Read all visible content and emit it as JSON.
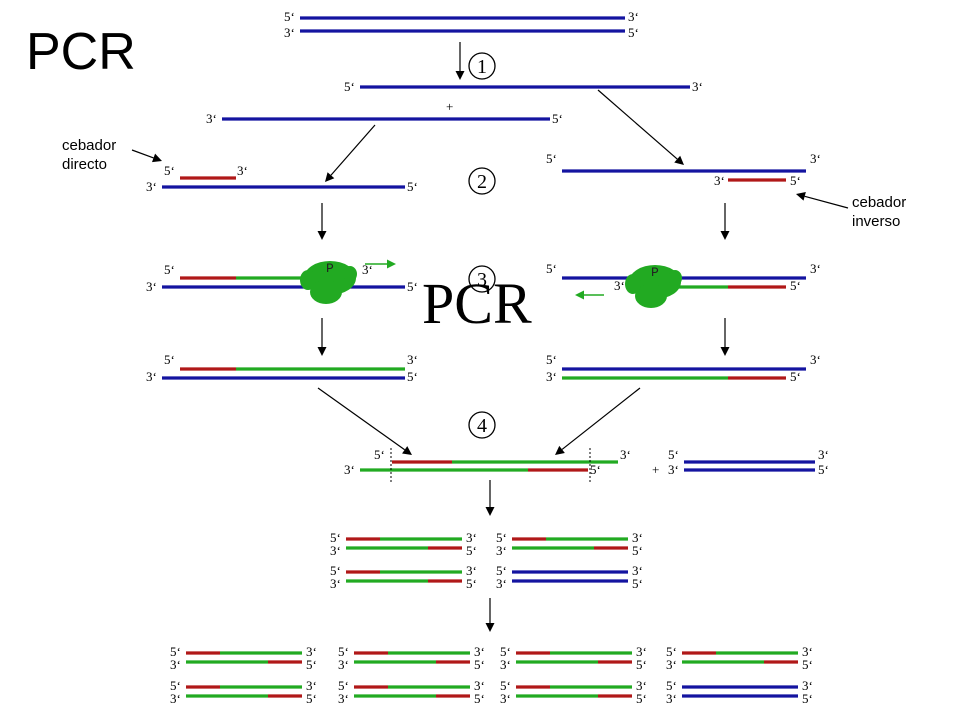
{
  "title": "PCR",
  "overlay_text": "PCR",
  "labels": {
    "forward_primer": "cebador\ndirecto",
    "reverse_primer": "cebador\ninverso",
    "five": "5‘",
    "three": "3‘",
    "plus": "+",
    "polymerase": "P"
  },
  "steps": [
    "1",
    "2",
    "3",
    "4"
  ],
  "colors": {
    "template": "#1414a0",
    "primer": "#b01818",
    "new_strand": "#22aa22",
    "polymerase": "#22aa22",
    "arrow": "#000000"
  }
}
